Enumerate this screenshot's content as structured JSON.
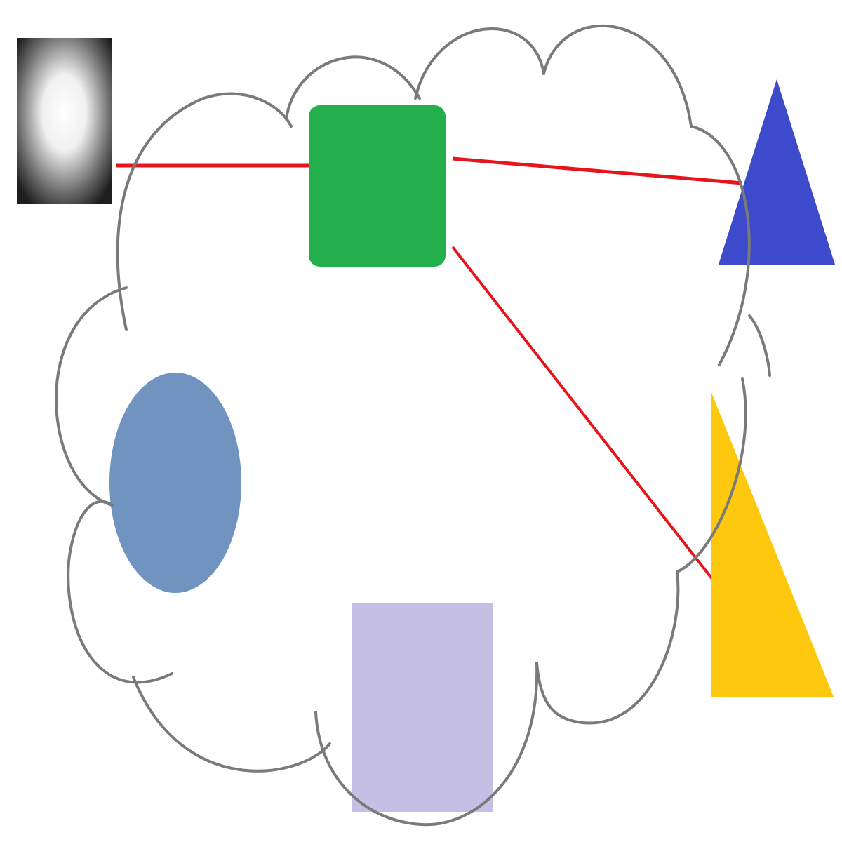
{
  "diagram": {
    "background": "#ffffff",
    "shapes": {
      "gradient_rect": {
        "kind": "rectangle",
        "fill_center": "#ffffff",
        "fill_edge": "#2a2a2a"
      },
      "green_square": {
        "kind": "rounded-square",
        "fill": "#23b04c"
      },
      "blue_triangle": {
        "kind": "triangle",
        "fill": "#3e4acc"
      },
      "yellow_triangle": {
        "kind": "right-triangle",
        "fill": "#fec80e"
      },
      "blue_ellipse": {
        "kind": "ellipse",
        "fill": "#7093bf"
      },
      "lavender_rect": {
        "kind": "rectangle",
        "fill": "#c5bfe6"
      },
      "cloud": {
        "kind": "cloud-outline",
        "stroke": "#7a7a7a"
      }
    },
    "connectors": [
      {
        "from": "gradient_rect",
        "to": "green_square",
        "color": "#e8141c"
      },
      {
        "from": "green_square",
        "to": "blue_triangle",
        "color": "#e8141c"
      },
      {
        "from": "green_square",
        "to": "yellow_triangle",
        "color": "#e8141c"
      }
    ]
  }
}
